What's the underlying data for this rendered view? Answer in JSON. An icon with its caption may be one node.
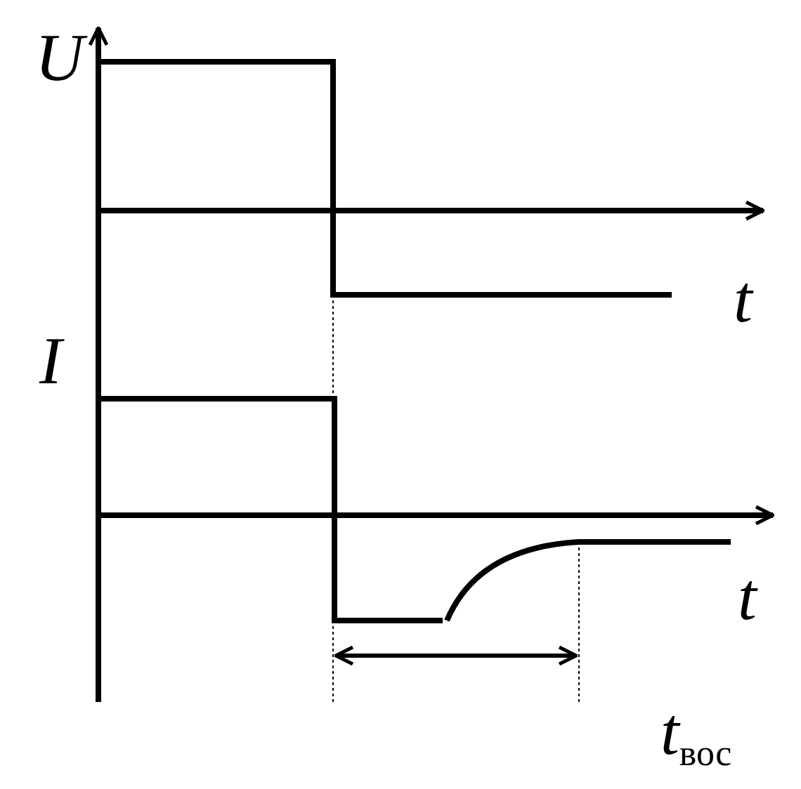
{
  "diagram": {
    "labels": [
      "U",
      "t",
      "I",
      "t",
      "*t*$_{вос}$"
    ]
  }
}
